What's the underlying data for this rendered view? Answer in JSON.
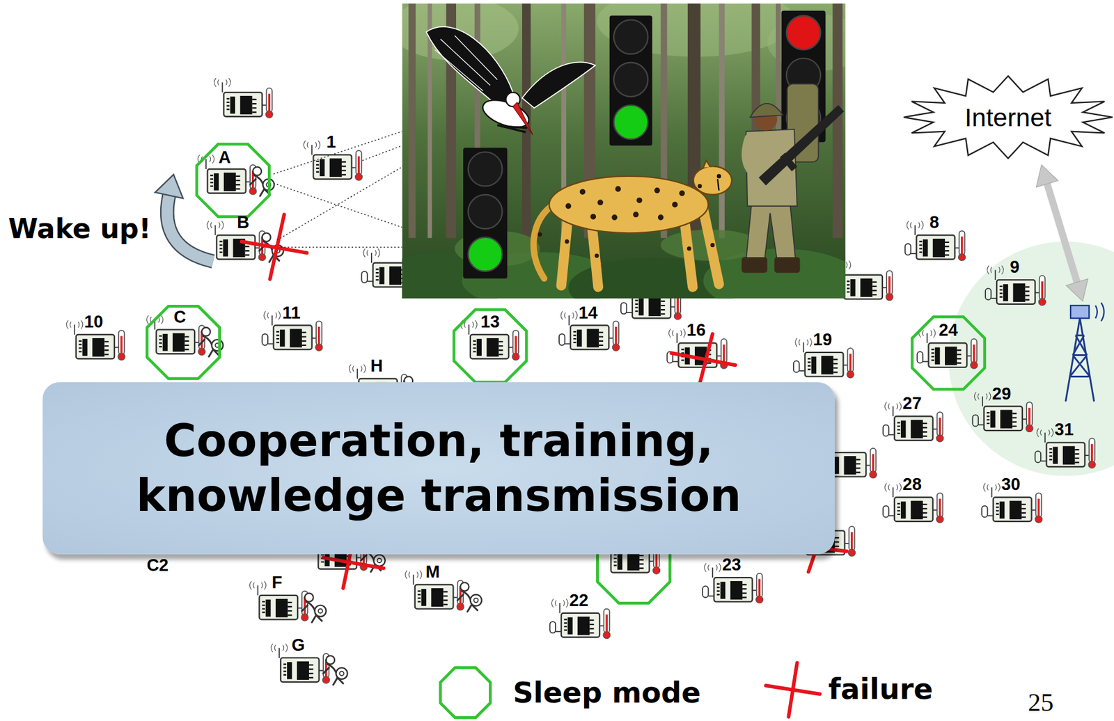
{
  "diagram": {
    "nodes": [
      {
        "text": [
          "Internet"
        ]
      },
      {
        "text": [
          "Cooperation, training, knowledge transmission"
        ]
      }
    ],
    "labels": [
      "Wake up!",
      "A",
      "1",
      "B",
      "10",
      "C",
      "11",
      "13",
      "14",
      "16",
      "19",
      "24",
      "8",
      "9",
      "27",
      "29",
      "31",
      "28",
      "30",
      "H",
      "C2",
      "F",
      "M",
      "G",
      "22",
      "23",
      "25"
    ],
    "legend": [
      {
        "text": "Sleep mode"
      },
      {
        "text": "failure"
      }
    ]
  }
}
